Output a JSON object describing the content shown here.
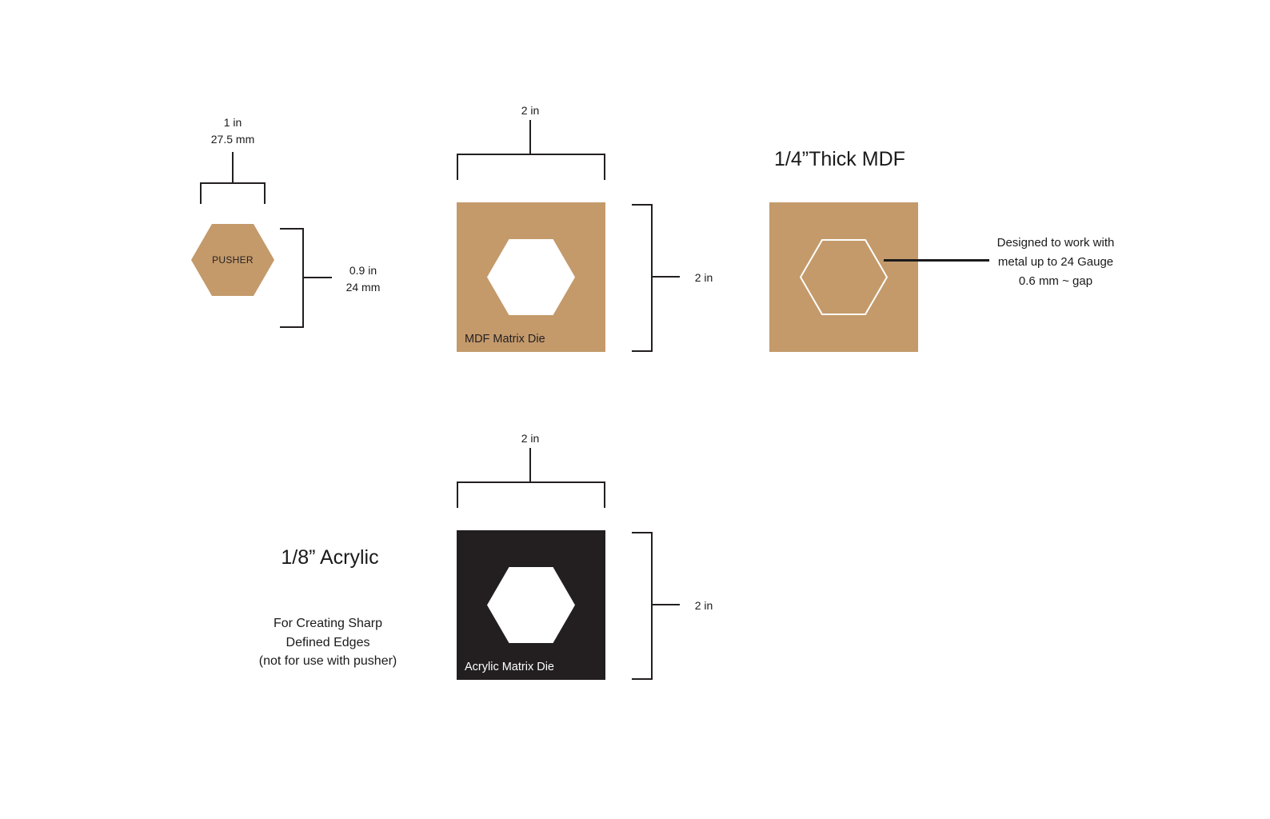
{
  "colors": {
    "tan": "#C49A6B",
    "die_black": "#231F20",
    "line": "#231F20",
    "cutout_white": "#FFFFFF"
  },
  "pusher": {
    "label": "PUSHER",
    "width_in": "1 in",
    "width_mm": "27.5 mm",
    "height_in": "0.9 in",
    "height_mm": "24 mm"
  },
  "mdf_die": {
    "label": "MDF Matrix Die",
    "width": "2 in",
    "height": "2 in"
  },
  "mdf_block": {
    "title": "1/4”Thick MDF",
    "note1": "Designed to work with",
    "note2": "metal up to 24 Gauge",
    "note3": "0.6 mm ~ gap"
  },
  "acrylic": {
    "title": "1/8” Acrylic",
    "note1": "For Creating Sharp",
    "note2": "Defined Edges",
    "note3": "(not for use with pusher)",
    "die_label": "Acrylic Matrix Die",
    "width": "2 in",
    "height": "2 in"
  }
}
